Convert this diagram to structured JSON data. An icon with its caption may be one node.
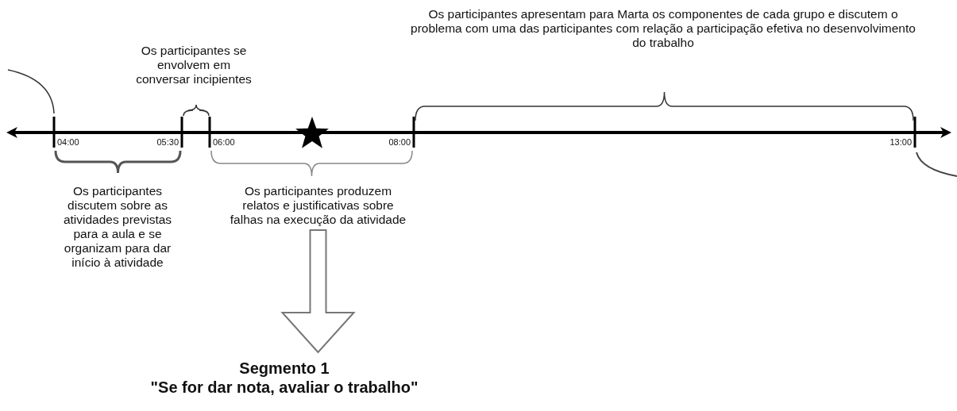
{
  "diagram": {
    "nodes": [
      {
        "text": [
          "Os participantes discutem sobre as atividades previstas para a aula e se organizam para dar início à atividade"
        ]
      },
      {
        "text": [
          "Os participantes se envolvem em conversar incipientes"
        ]
      },
      {
        "text": [
          "Os participantes produzem relatos e justificativas sobre falhas na execução da atividade"
        ]
      },
      {
        "text": [
          "Os participantes apresentam para Marta os componentes de cada grupo e discutem o problema com uma das participantes com relação a participação efetiva no desenvolvimento do trabalho"
        ]
      },
      {
        "text": [
          "Segmento 1",
          "\"Se for dar nota, avaliar o trabalho\""
        ]
      }
    ],
    "edges": [
      {
        "from": 2,
        "to": 4,
        "arrow": "to"
      }
    ],
    "labels": [
      "04:00",
      "05:30",
      "06:00",
      "08:00",
      "13:00"
    ]
  }
}
